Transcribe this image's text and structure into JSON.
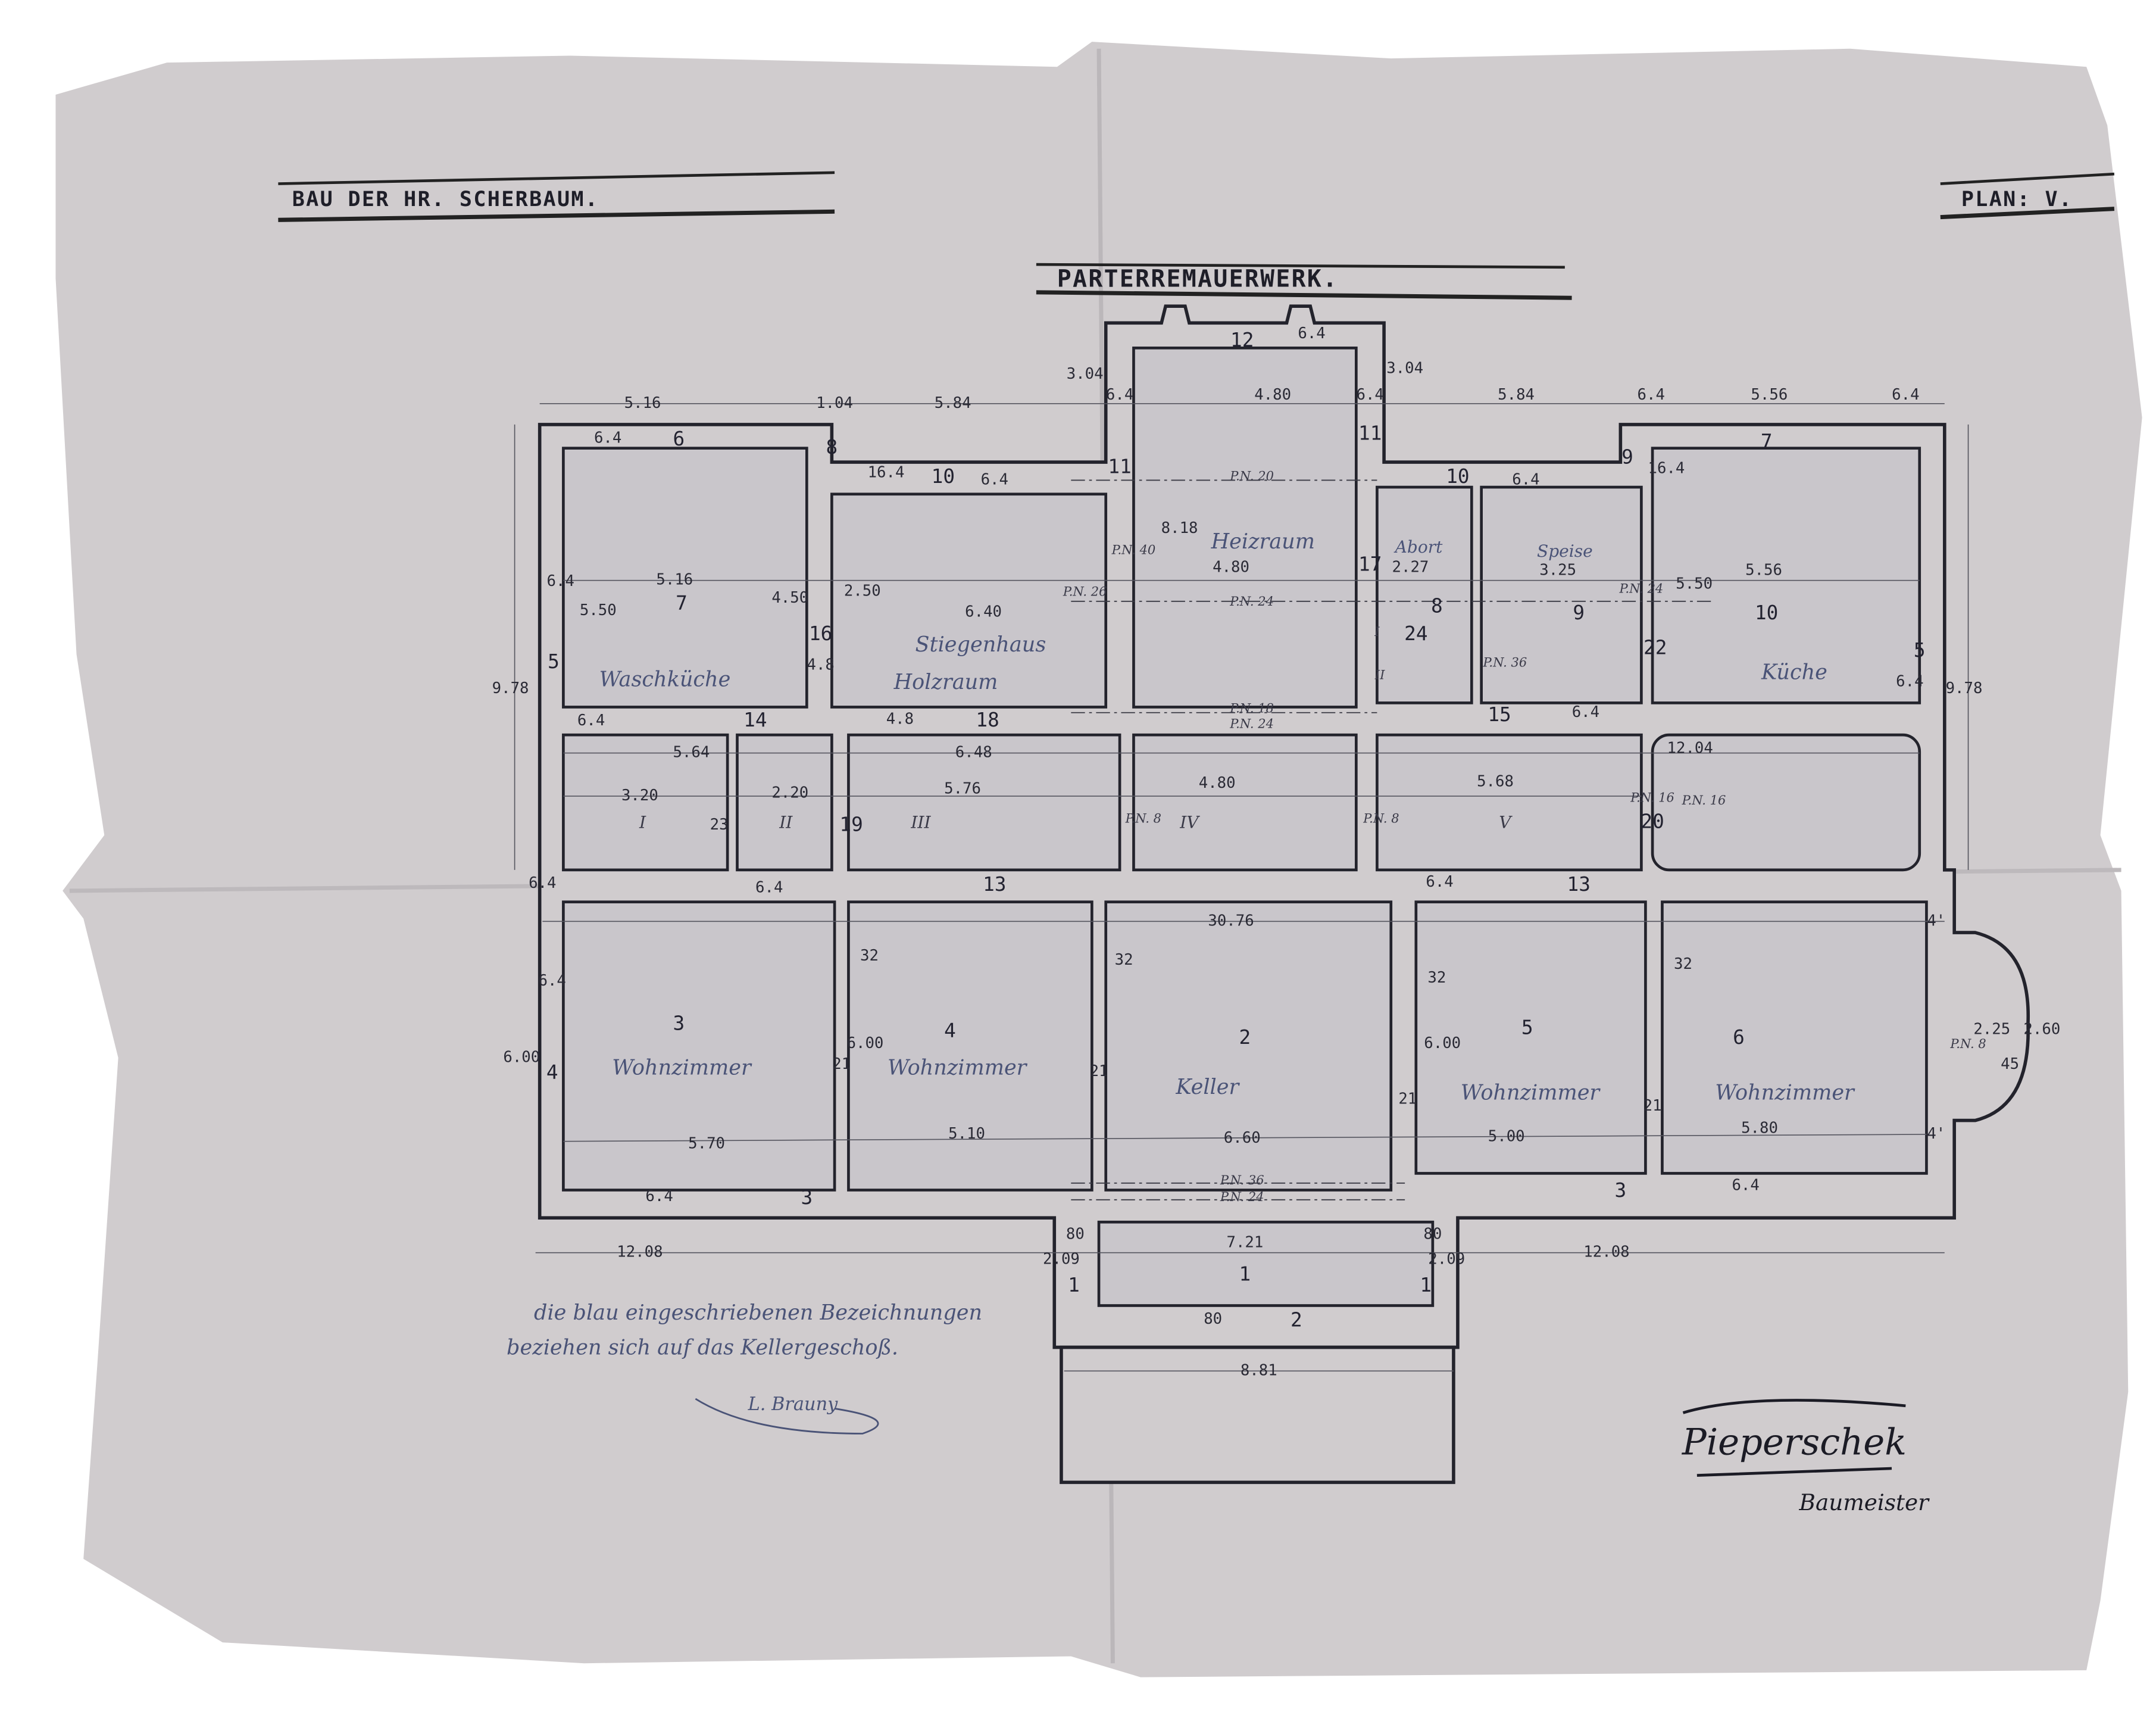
{
  "header": {
    "title": "BAU DER HR. SCHERBAUM.",
    "plan": "PLAN: V.",
    "subtitle": "PARTERREMAUERWERK."
  },
  "walls": [
    "6",
    "8",
    "10",
    "11",
    "12",
    "11",
    "10",
    "9",
    "7",
    "5",
    "16",
    "14",
    "18",
    "15",
    "5",
    "22",
    "24",
    "17",
    "13",
    "13",
    "19",
    "23",
    "20",
    "3",
    "3",
    "21",
    "21",
    "21",
    "21",
    "4",
    "1",
    "1",
    "2",
    "4'",
    "4'"
  ],
  "rooms": [
    "7",
    "8",
    "9",
    "10",
    "I",
    "II",
    "III",
    "IV",
    "V",
    "3",
    "4",
    "2",
    "5",
    "6",
    "1",
    "I",
    "II"
  ],
  "dims": [
    "5.16",
    "1.04",
    "5.84",
    "3.04",
    "6.4",
    "4.80",
    "6.4",
    "3.04",
    "5.84",
    "6.4",
    "5.56",
    "6.4",
    "6.4",
    "6.4",
    "6.4",
    "16.4",
    "16.4",
    "6.4",
    "6.4",
    "5.16",
    "5.50",
    "4.50",
    "4.8",
    "2.50",
    "6.40",
    "8.18",
    "4.80",
    "2.27",
    "3.25",
    "5.56",
    "5.50",
    "9.78",
    "9.78",
    "6.4",
    "6.4",
    "4.8",
    "6.4",
    "5.64",
    "6.48",
    "12.04",
    "3.20",
    "2.20",
    "5.76",
    "4.80",
    "5.68",
    "6.4",
    "6.4",
    "6.4",
    "30.76",
    "32",
    "32",
    "32",
    "32",
    "6.4",
    "6.00",
    "6.00",
    "6.00",
    "5.70",
    "5.10",
    "6.60",
    "5.00",
    "5.80",
    "6.4",
    "6.4",
    "12.08",
    "12.08",
    "2.09",
    "2.09",
    "80",
    "80",
    "7.21",
    "80",
    "8.81",
    "2.25",
    "2.60",
    "45"
  ],
  "pn": [
    "P.N. 20",
    "P.N. 40",
    "P.N. 26",
    "P.N. 24",
    "P.N. 24",
    "P.N. 36",
    "P.N. 18",
    "P.N. 24",
    "P.N. 8",
    "P.N. 8",
    "P.N. 16",
    "P.N. 16",
    "P.N. 8",
    "P.N. 36",
    "P.N. 24"
  ],
  "hand": [
    "Waschküche",
    "Stiegenhaus",
    "Holzraum",
    "Heizraum",
    "Abort",
    "Speise",
    "Küche",
    "Wohnzimmer",
    "Wohnzimmer",
    "Keller",
    "Wohnzimmer",
    "Wohnzimmer"
  ],
  "note": {
    "line1": "die blau eingeschriebenen Bezeichnungen",
    "line2": "beziehen sich auf das Kellergeschoß.",
    "signature1": "L. Brauny",
    "signature2": "Pieperschek",
    "signature2_sub": "Baumeister"
  },
  "colors": {
    "paper": "#d0ccce",
    "ink": "#23232c",
    "blue_ink": "#4a5377"
  }
}
